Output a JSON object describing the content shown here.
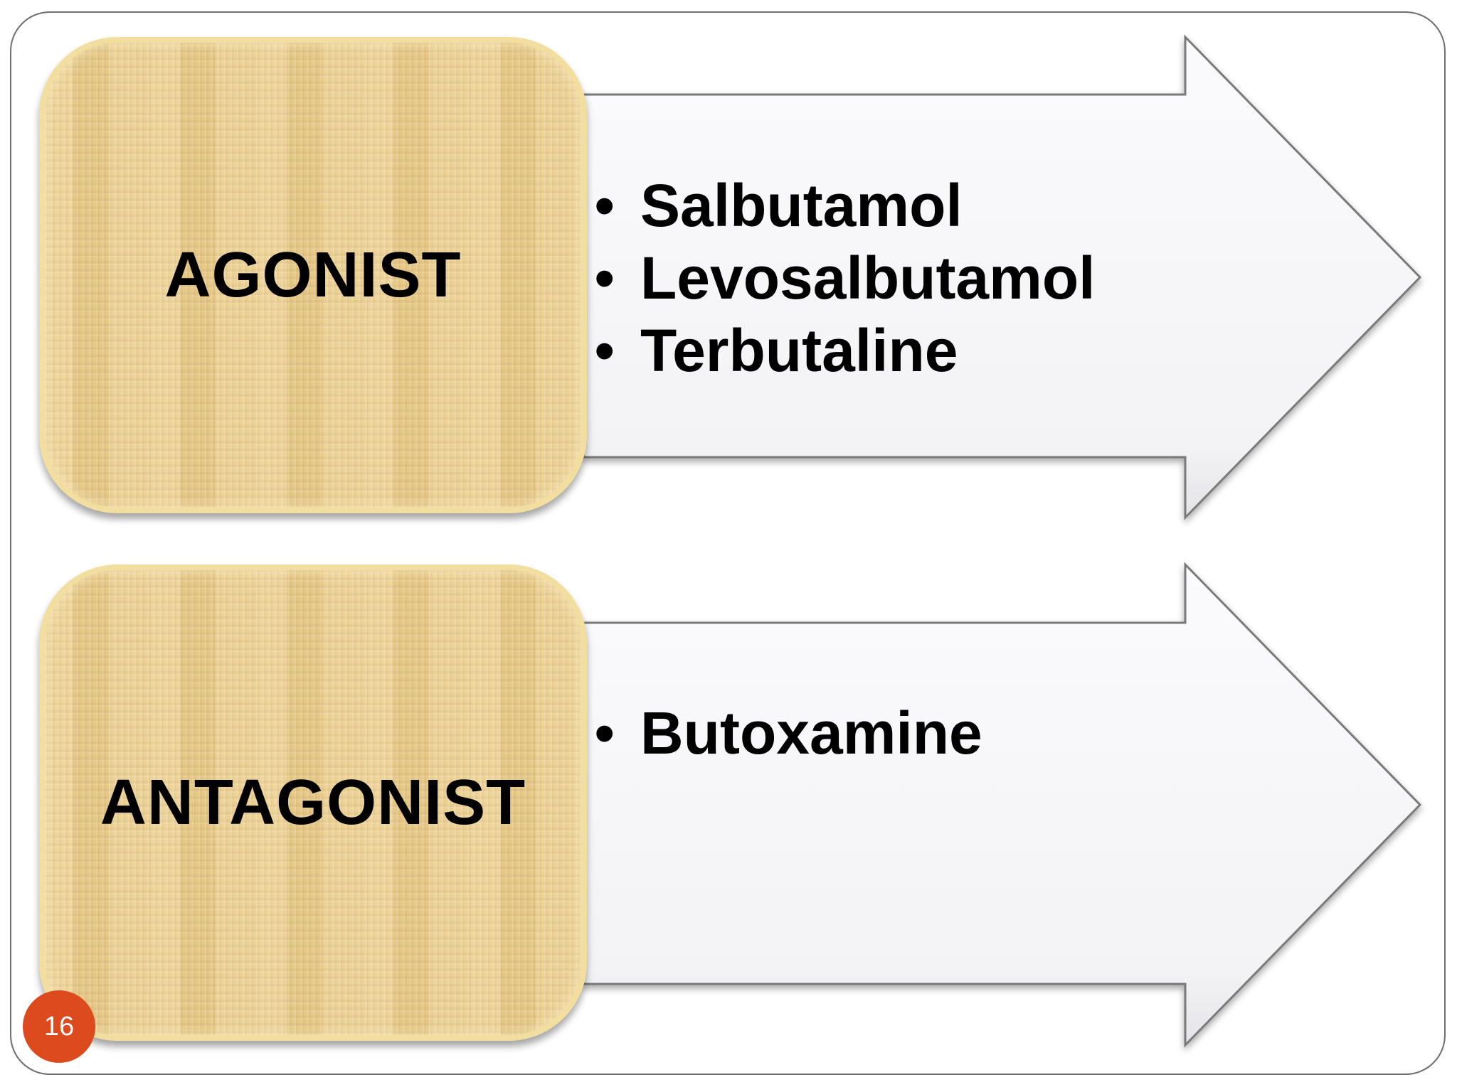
{
  "slide": {
    "number": "16",
    "accent_color": "#dd4a1d",
    "box_color": "#e9cc8c"
  },
  "diagram": {
    "rows": [
      {
        "label": "AGONIST",
        "items": [
          "Salbutamol",
          "Levosalbutamol",
          "Terbutaline"
        ]
      },
      {
        "label": "ANTAGONIST",
        "items": [
          "Butoxamine"
        ]
      }
    ],
    "bullet_glyph": "•"
  }
}
